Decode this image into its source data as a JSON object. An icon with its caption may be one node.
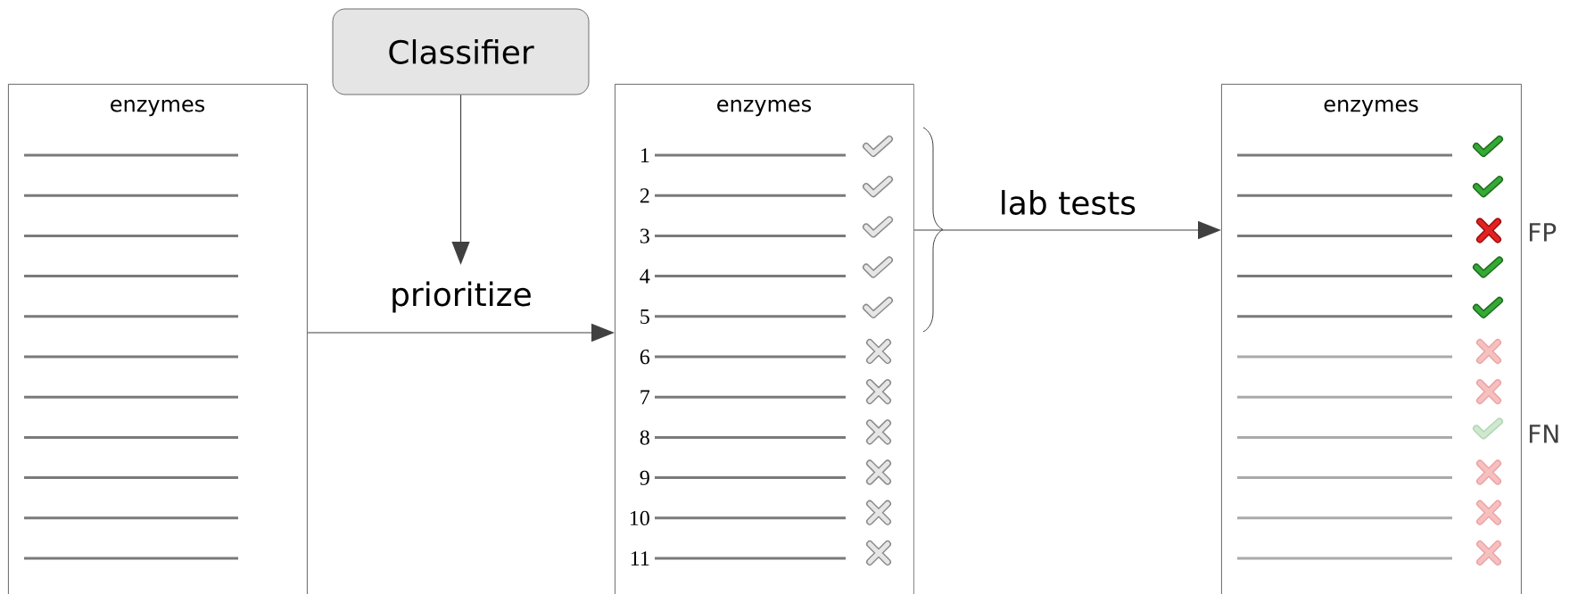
{
  "diagram": {
    "nodes": [
      {
        "text": [
          "enzymes"
        ]
      },
      {
        "text": [
          "Classifier"
        ]
      },
      {
        "text": [
          "enzymes"
        ]
      },
      {
        "text": [
          "enzymes"
        ]
      }
    ],
    "edges": [
      {
        "from": 0,
        "to": 2,
        "arrow": "to",
        "label": "prioritize"
      },
      {
        "from": 1,
        "to": null,
        "arrow": "to"
      },
      {
        "from": 2,
        "to": 3,
        "arrow": "to",
        "label": "lab tests"
      }
    ],
    "labels": [
      "1",
      "2",
      "3",
      "4",
      "5",
      "6",
      "7",
      "8",
      "9",
      "10",
      "11",
      "FP",
      "FN"
    ]
  }
}
